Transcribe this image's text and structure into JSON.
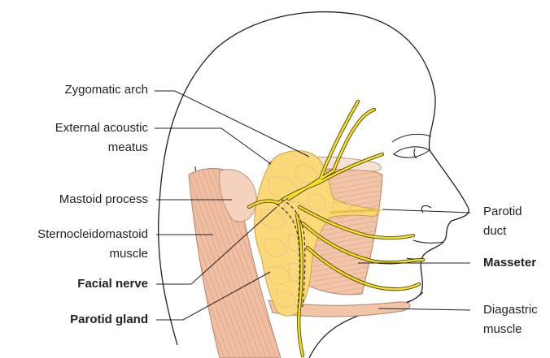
{
  "labels": {
    "zygomatic_arch": "Zygomatic arch",
    "external_acoustic_meatus_l1": "External acoustic",
    "external_acoustic_meatus_l2": "meatus",
    "mastoid_process": "Mastoid process",
    "sternocleidomastoid_l1": "Sternocleidomastoid",
    "sternocleidomastoid_l2": "muscle",
    "facial_nerve": "Facial nerve",
    "parotid_gland": "Parotid gland",
    "parotid_duct_l1": "Parotid",
    "parotid_duct_l2": "duct",
    "masseter": "Masseter",
    "digastric_l1": "Diagastric",
    "digastric_l2": "muscle"
  },
  "colors": {
    "muscle_fill": "#f2c4a8",
    "muscle_stroke": "#b5826a",
    "gland_fill": "#fbd979",
    "gland_stroke": "#c9a442",
    "nerve": "#f3e21c",
    "outline": "#231f20",
    "leader": "#231f20"
  }
}
